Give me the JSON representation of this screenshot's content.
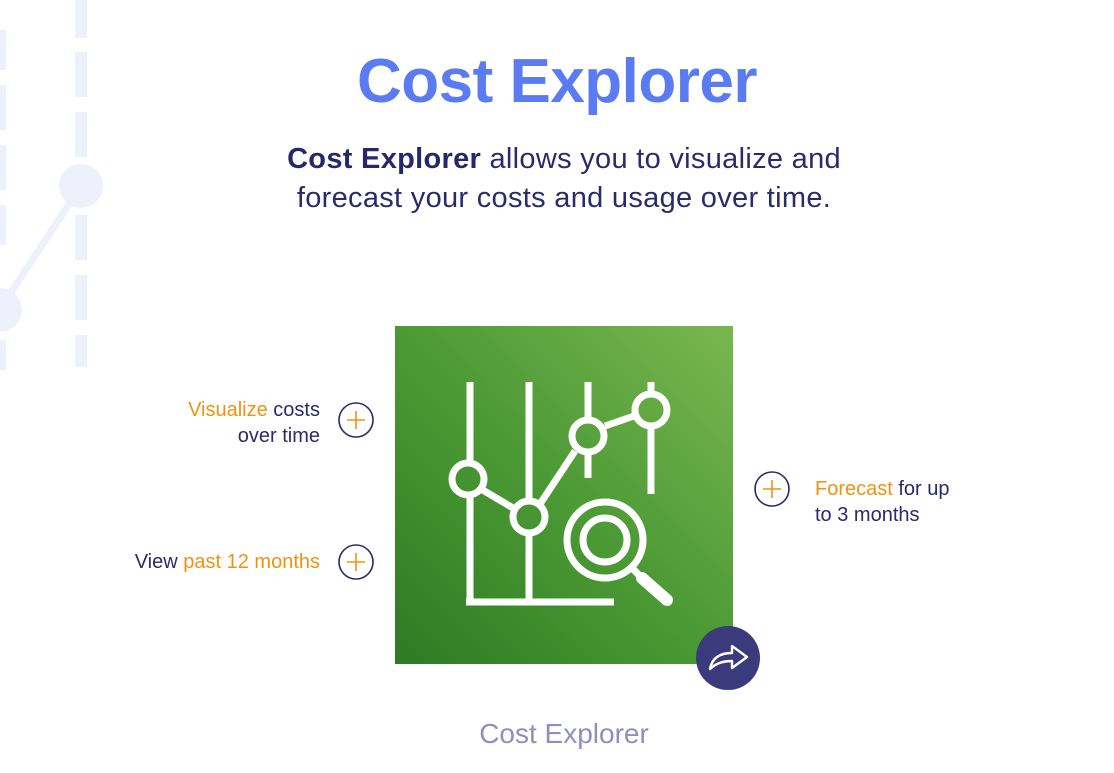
{
  "header": {
    "title": "Cost Explorer"
  },
  "description": {
    "bold": "Cost Explorer",
    "rest_line1": " allows you to visualize and",
    "line2": "forecast your costs and usage over time."
  },
  "callouts": [
    {
      "highlight": "Visualize",
      "text": " costs",
      "line2": "over time"
    },
    {
      "prefix": "View ",
      "highlight": "past 12 months"
    },
    {
      "highlight": "Forecast",
      "text": " for up",
      "line2": "to 3 months"
    }
  ],
  "service": {
    "caption": "Cost Explorer",
    "icon": "chart-magnifier-icon"
  },
  "colors": {
    "title_blue": "#5a7bf2",
    "navy": "#2b2a6a",
    "orange": "#f29111",
    "tile_green": "#4c9a35",
    "caption_lavender": "#8e8fbf"
  }
}
